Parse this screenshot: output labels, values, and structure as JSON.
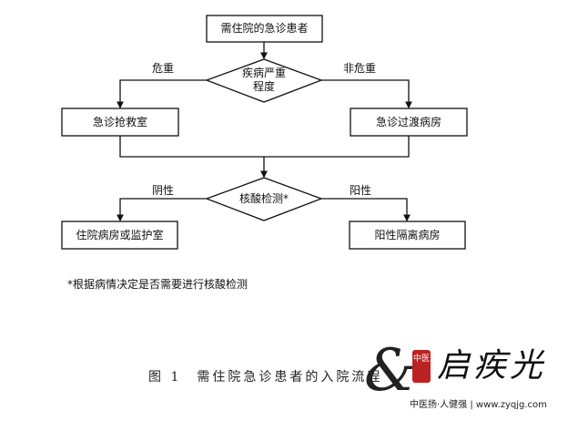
{
  "flowchart": {
    "start": "需住院的急诊患者",
    "decision1": {
      "line1": "疾病严重",
      "line2": "程度"
    },
    "branch1_left_label": "危重",
    "branch1_right_label": "非危重",
    "box_left1": "急诊抢救室",
    "box_right1": "急诊过渡病房",
    "decision2": "核酸检测*",
    "branch2_left_label": "阴性",
    "branch2_right_label": "阳性",
    "box_left2": "住院病房或监护室",
    "box_right2": "阳性隔离病房"
  },
  "footnote": "*根据病情决定是否需要进行核酸检测",
  "caption": "图 1　需住院急诊患者的入院流程",
  "watermark": {
    "brand": "启疾光",
    "seal": "中医",
    "slogan": "中医扬·人健强 | www.zyqjg.com"
  }
}
